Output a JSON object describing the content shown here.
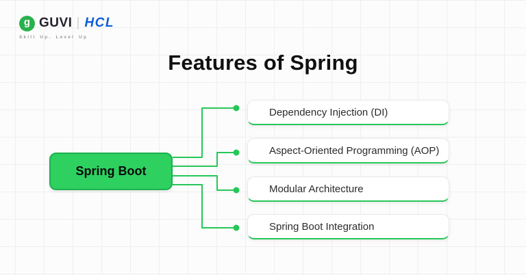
{
  "page": {
    "background_color": "#fcfcfc",
    "grid_color": "#efefef"
  },
  "header": {
    "logo": {
      "g_glyph": "g",
      "guvi_text": "GUVI",
      "hcl_text": "HCL",
      "tagline": "Skill Up. Level Up",
      "guvi_green": "#2ab14e",
      "hcl_blue": "#0e5ed8"
    },
    "title": "Features of Spring"
  },
  "diagram": {
    "accent_green": "#25c757",
    "root_node_fill": "#2ed060",
    "root": {
      "label": "Spring Boot"
    },
    "features": [
      {
        "label": "Dependency Injection (DI)"
      },
      {
        "label": "Aspect-Oriented Programming (AOP)"
      },
      {
        "label": "Modular Architecture"
      },
      {
        "label": "Spring Boot Integration"
      }
    ]
  }
}
